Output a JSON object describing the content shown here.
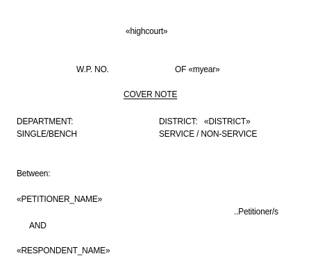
{
  "document": {
    "court": "«highcourt»",
    "wp_label": "W.P. NO.",
    "year_label": "OF «myear»",
    "cover_title": "COVER NOTE",
    "department_label": "DEPARTMENT:",
    "district_label": "DISTRICT:",
    "district_value": "«DISTRICT»",
    "bench_label": "SINGLE/BENCH",
    "service_label": "SERVICE / NON-SERVICE",
    "between_label": "Between:",
    "petitioner_name": "«PETITIONER_NAME»",
    "petitioner_role": "..Petitioner/s",
    "and_label": "AND",
    "respondent_name": "«RESPONDENT_NAME»"
  }
}
